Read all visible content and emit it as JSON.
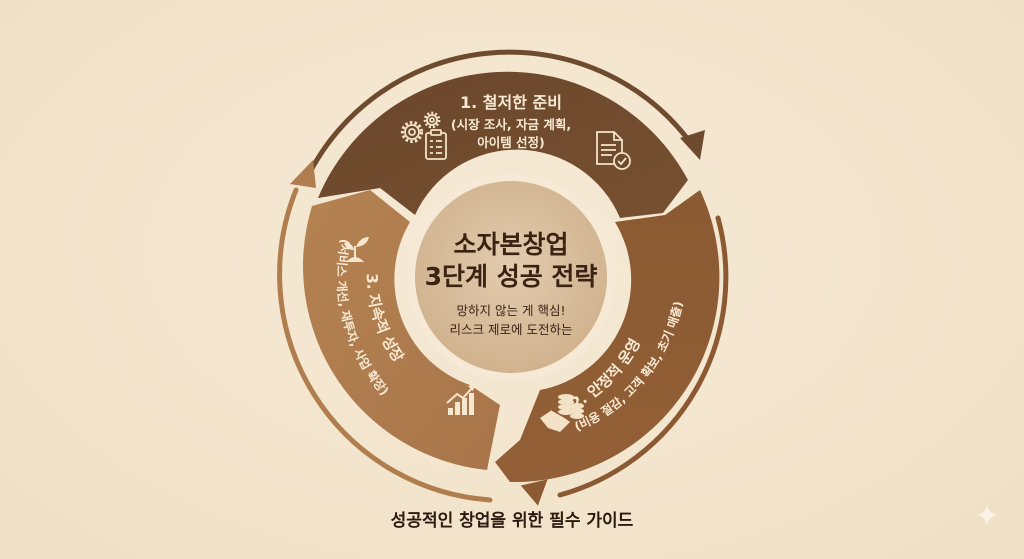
{
  "diagram": {
    "center": {
      "title_line1": "소자본창업",
      "title_line2": "3단계 성공 전략",
      "sub_line1": "망하지 않는 게 핵심!",
      "sub_line2": "리스크 제로에 도전하는"
    },
    "steps": [
      {
        "title": "1. 철저한 준비",
        "detail_line1": "(시장 조사, 자금 계획,",
        "detail_line2": "아이템 선정)",
        "icons": [
          "gears-clipboard-icon",
          "document-check-icon"
        ]
      },
      {
        "title": "2. 안정적 운영",
        "detail": "(비용 절감, 고객 확보, 초기 매출)",
        "icons": [
          "handshake-coins-icon"
        ]
      },
      {
        "title": "3. 지속적 성장",
        "detail": "(서비스 개선, 재투자, 사업 확장)",
        "icons": [
          "sprout-icon",
          "growth-chart-icon"
        ]
      }
    ],
    "footer": "성공적인 창업을 위한 필수 가이드"
  },
  "colors": {
    "background": "#f3e6cf",
    "step1": "#6e4a2f",
    "step2": "#8b5a33",
    "step3": "#b07d4e",
    "center_disk": "#d6bb99",
    "light_text": "#f7ead3",
    "dark_text": "#3b2314"
  }
}
